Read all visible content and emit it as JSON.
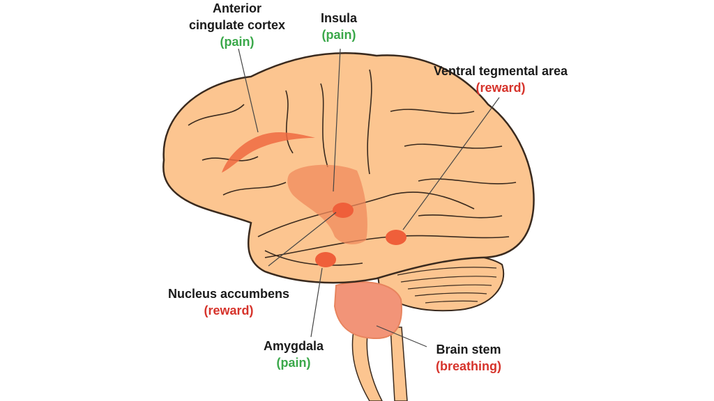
{
  "colors": {
    "brain_fill": "#fcc590",
    "outline": "#3a2a1e",
    "region": "#f3a070",
    "spot": "#ef5f3a",
    "stem": "#f29478",
    "pain": "#3aa84a",
    "reward": "#d6332b"
  },
  "labels": {
    "acc": {
      "line1": "Anterior",
      "line2": "cingulate cortex",
      "function": "(pain)"
    },
    "insula": {
      "line1": "Insula",
      "function": "(pain)"
    },
    "vta": {
      "line1": "Ventral tegmental area",
      "function": "(reward)"
    },
    "nucleus": {
      "line1": "Nucleus accumbens",
      "function": "(reward)"
    },
    "amygdala": {
      "line1": "Amygdala",
      "function": "(pain)"
    },
    "stem": {
      "line1": "Brain stem",
      "function": "(breathing)"
    }
  }
}
